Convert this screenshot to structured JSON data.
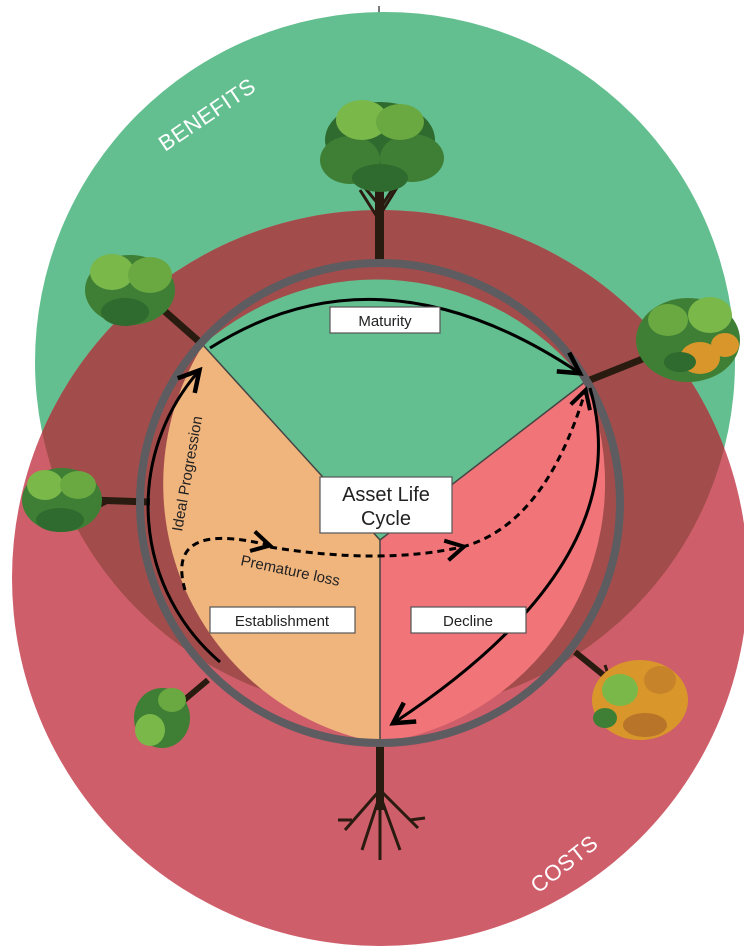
{
  "diagram": {
    "outer_ring_top_label": "BENEFITS",
    "outer_ring_bottom_label": "COSTS",
    "center_label_line1": "Asset Life",
    "center_label_line2": "Cycle",
    "phases": {
      "maturity": "Maturity",
      "establishment": "Establishment",
      "decline": "Decline"
    },
    "arrows": {
      "ideal": "Ideal Progression",
      "premature": "Premature loss"
    },
    "colors": {
      "benefits": "#63BF8F",
      "costs": "#CF5E6B",
      "overlap": "#A24D4B",
      "maturity": "#63BF8F",
      "establishment": "#F0B47D",
      "decline": "#F07478",
      "rim": "#5D5C60",
      "foliage_dark": "#2F6B2E",
      "foliage_light": "#7BB84A",
      "foliage_autumn": "#D9962A",
      "trunk": "#2A1B10"
    }
  }
}
